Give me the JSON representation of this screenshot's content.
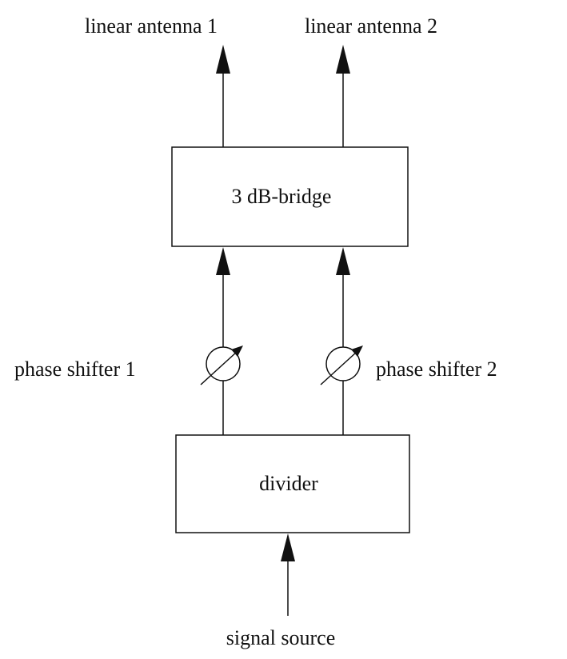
{
  "diagram": {
    "outputs": [
      "linear antenna 1",
      "linear antenna 2"
    ],
    "bridge_label": "3 dB-bridge",
    "shifters": [
      "phase shifter 1",
      "phase shifter 2"
    ],
    "divider_label": "divider",
    "source_label": "signal source",
    "line_color": "#111111"
  }
}
